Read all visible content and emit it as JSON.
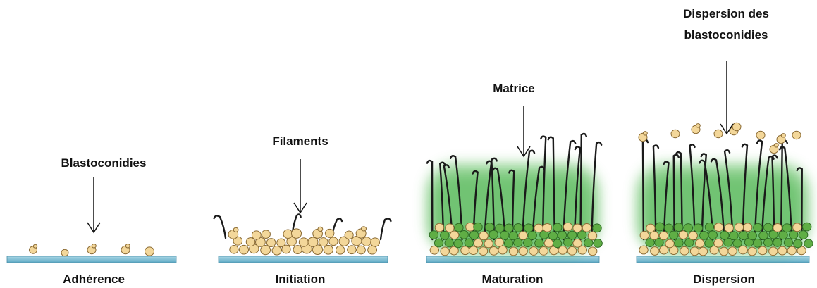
{
  "colors": {
    "substrate_top": "#a9d7e6",
    "substrate_bottom": "#5ea9c4",
    "cell_fill": "#f3d79a",
    "cell_stroke": "#8a6a33",
    "cell_green_fill": "#5fae45",
    "cell_green_stroke": "#2f6b25",
    "matrix": "#49b64a",
    "filament": "#1a1a1a",
    "arrow": "#111111"
  },
  "stages": [
    {
      "id": "adherence",
      "name": "Adhérence",
      "annotation": [
        "Blastoconidies"
      ]
    },
    {
      "id": "initiation",
      "name": "Initiation",
      "annotation": [
        "Filaments"
      ]
    },
    {
      "id": "maturation",
      "name": "Maturation",
      "annotation": [
        "Matrice"
      ]
    },
    {
      "id": "dispersion",
      "name": "Dispersion",
      "annotation": [
        "Dispersion des",
        "blastoconidies"
      ]
    }
  ]
}
